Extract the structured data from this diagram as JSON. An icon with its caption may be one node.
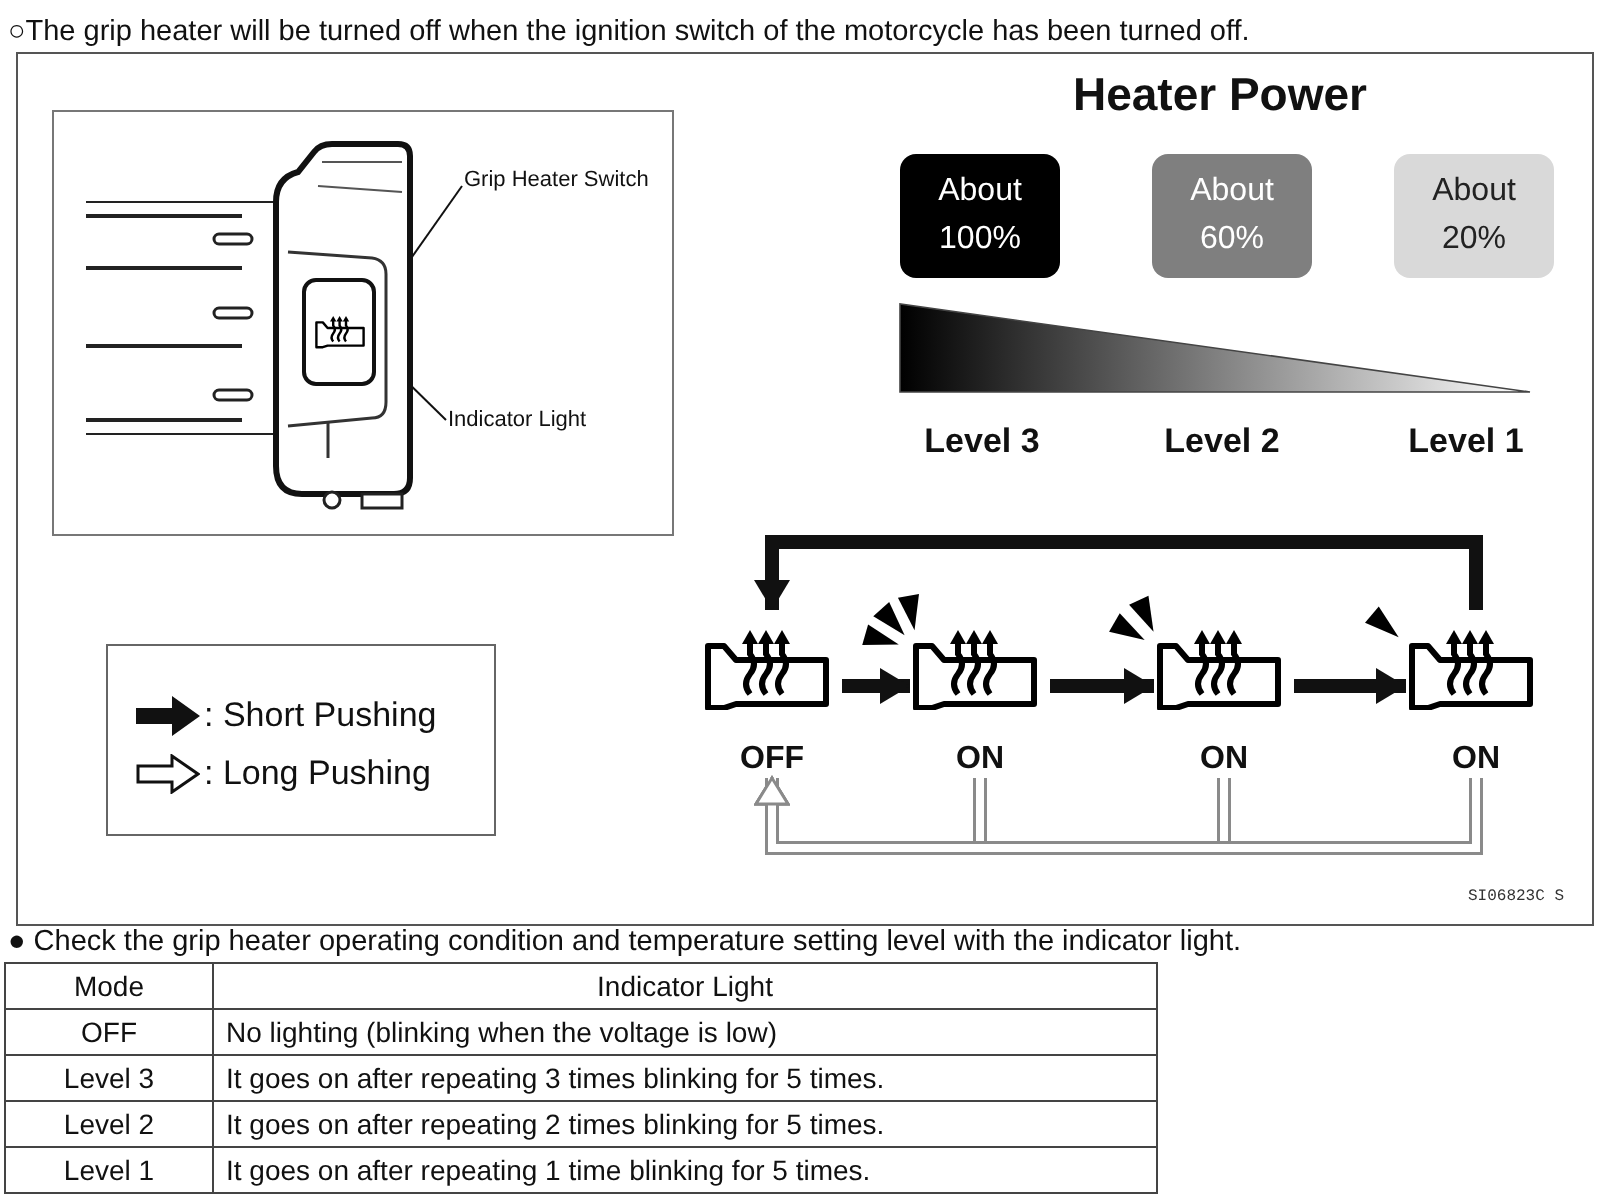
{
  "diagram": {
    "title": "Heater Power",
    "nodes": [
      {
        "text": [],
        "shape": "box"
      },
      {
        "text": [
          "Grip Heater Switch"
        ],
        "in": 0
      },
      {
        "text": [],
        "shape": "box",
        "in": 0
      },
      {
        "text": [
          "Indicator Light"
        ],
        "in": 0
      },
      {
        "text": [],
        "shape": "picture",
        "in": 2
      },
      {
        "text": [
          "About 100%"
        ]
      },
      {
        "text": [
          "About 60%"
        ]
      },
      {
        "text": [
          "About 20%"
        ]
      },
      {
        "text": [],
        "shape": "picture",
        "beside": [
          "OFF"
        ]
      },
      {
        "text": [],
        "shape": "picture",
        "beside": [
          "ON"
        ]
      },
      {
        "text": [],
        "shape": "picture",
        "beside": [
          "ON"
        ]
      },
      {
        "text": [],
        "shape": "picture",
        "beside": [
          "ON"
        ]
      }
    ],
    "edges": [
      {
        "from": 1,
        "to": 2,
        "arrow": "to"
      },
      {
        "from": 3,
        "to": 4,
        "arrow": "to"
      },
      {
        "from": 8,
        "to": 9,
        "arrow": "to"
      },
      {
        "from": 9,
        "to": 10,
        "arrow": "to"
      },
      {
        "from": 10,
        "to": 11,
        "arrow": "to"
      },
      {
        "from": 11,
        "to": 8,
        "arrow": "to"
      },
      {
        "from": 9,
        "to": 8,
        "arrow": "to",
        "color": "#8a8a8a"
      },
      {
        "from": 10,
        "to": 8,
        "arrow": "to",
        "color": "#8a8a8a"
      },
      {
        "from": 11,
        "to": 8,
        "arrow": "to",
        "color": "#8a8a8a"
      }
    ],
    "labels": [
      "○The grip heater will be turned off when the ignition switch of the motorcycle has been turned off.",
      "Level 3",
      "Level 2",
      "Level 1",
      "SI06823C S",
      "● Check the grip heater operating condition and temperature setting level with the indicator light.",
      "Mode",
      "Indicator Light",
      "OFF",
      "No lighting (blinking when the voltage is low)",
      "Level 3",
      "It goes on after repeating 3 times blinking for 5 times.",
      "Level 2",
      "It goes on after repeating 2 times blinking for 5 times.",
      "Level 1",
      "It goes on after repeating 1 time blinking for 5 times."
    ],
    "legend": [
      {
        "text": ": Short Pushing"
      },
      {
        "text": ": Long Pushing"
      }
    ]
  }
}
